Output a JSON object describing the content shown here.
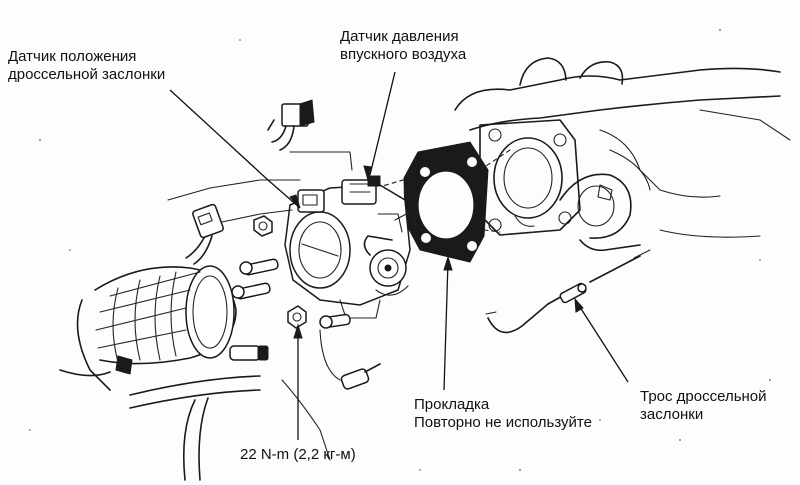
{
  "labels": {
    "tps": [
      "Датчик положения",
      "дроссельной заслонки"
    ],
    "map_sensor": [
      "Датчик давления",
      "впускного воздуха"
    ],
    "gasket": [
      "Прокладка",
      "Повторно не используйте"
    ],
    "cable": [
      "Трос дроссельной",
      "заслонки"
    ],
    "torque": "22 N-m (2,2 кг-м)"
  }
}
